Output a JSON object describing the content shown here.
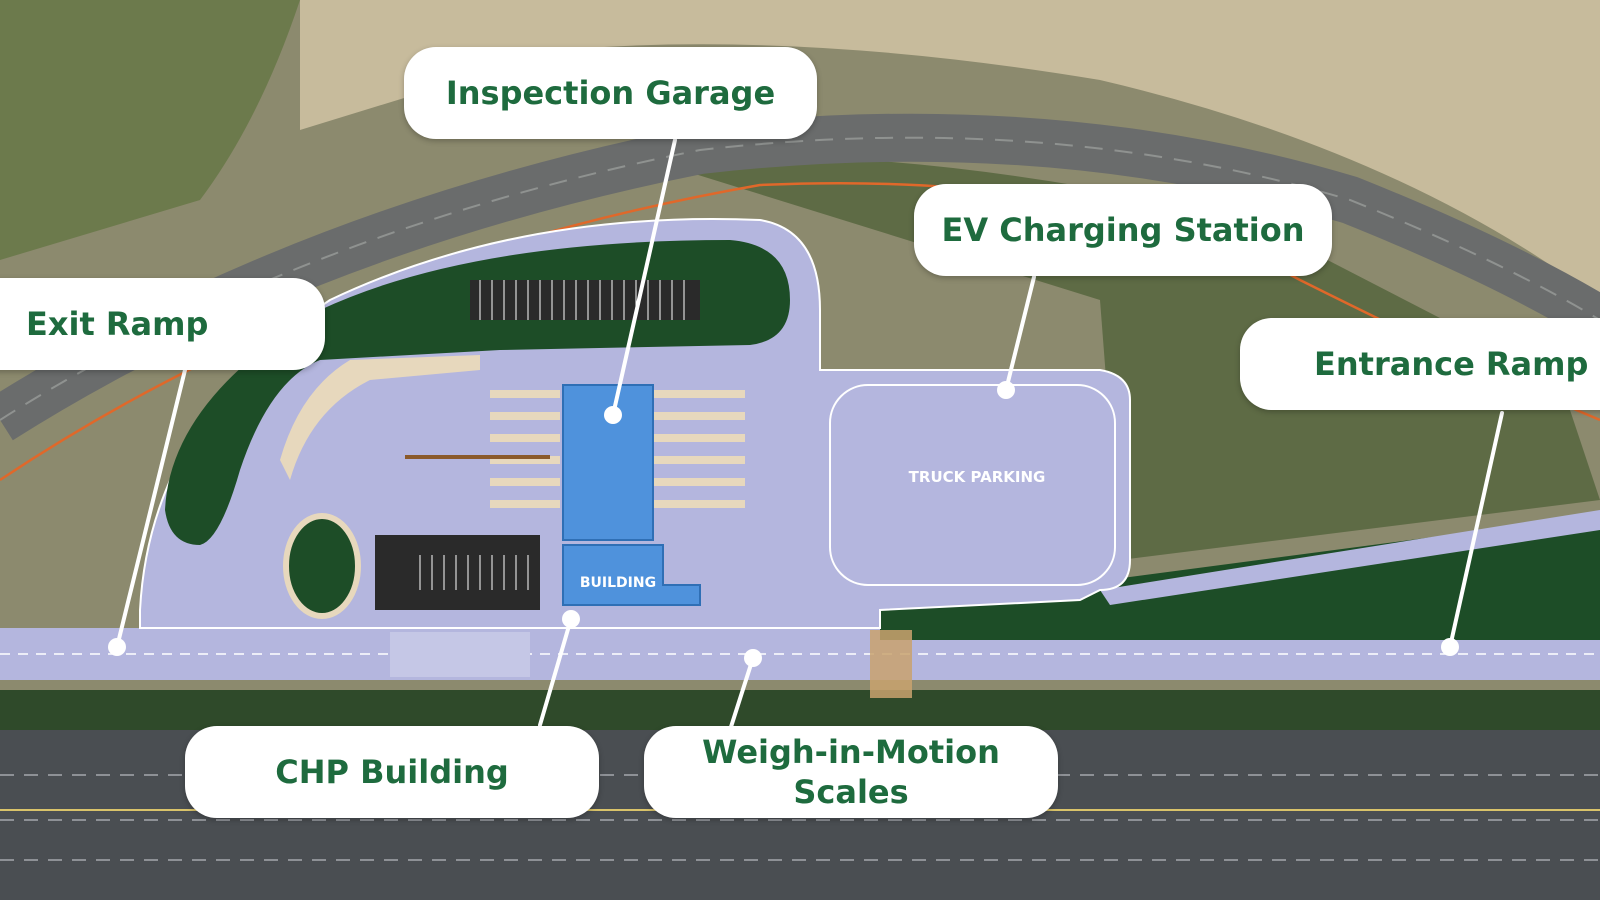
{
  "callouts": {
    "inspection_garage": "Inspection Garage",
    "ev_charging": "EV Charging Station",
    "exit_ramp": "Exit Ramp",
    "entrance_ramp": "Entrance Ramp",
    "chp_building": "CHP Building",
    "wim_line1": "Weigh-in-Motion",
    "wim_line2": "Scales"
  },
  "map_labels": {
    "truck_parking": "TRUCK PARKING",
    "building": "BUILDING"
  },
  "colors": {
    "callout_text": "#1e6b3e",
    "pavement": "#b4b6de",
    "landscape_green": "#1d4d27",
    "building_blue": "#4f92dc",
    "boundary_orange": "#e0682a"
  }
}
